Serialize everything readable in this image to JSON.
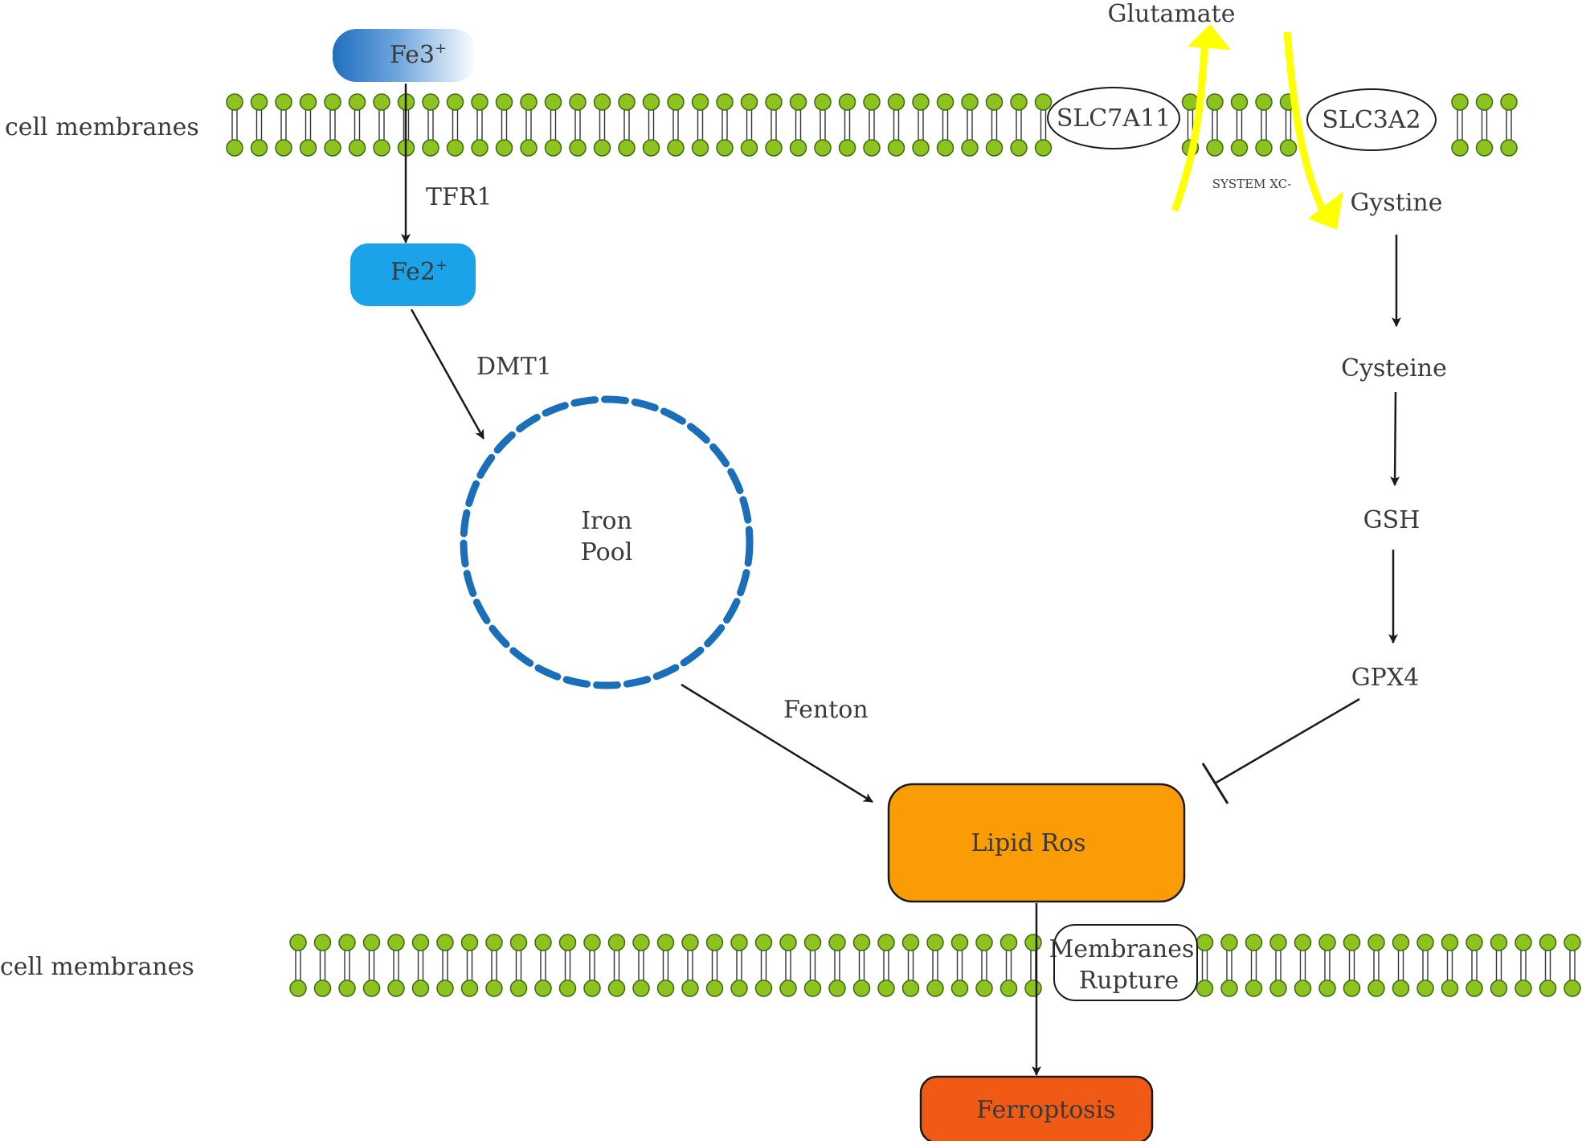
{
  "membranes": {
    "top_label": "cell membranes",
    "bottom_label": "cell membranes",
    "head_color": "#8dc21f",
    "head_stroke": "#3d6b12"
  },
  "iron_pathway": {
    "fe3": "Fe3",
    "fe3_charge": "+",
    "tfr1": "TFR1",
    "fe2": "Fe2",
    "fe2_charge": "+",
    "dmt1": "DMT1",
    "iron_pool_line1": "Iron",
    "iron_pool_line2": "Pool",
    "fenton": "Fenton"
  },
  "system_xc": {
    "glutamate": "Glutamate",
    "slc7a11": "SLC7A11",
    "slc3a2": "SLC3A2",
    "system_label": "SYSTEM XC-",
    "gystine": "Gystine",
    "arrow_color": "#ffff00"
  },
  "gsh_pathway": {
    "cysteine": "Cysteine",
    "gsh": "GSH",
    "gpx4": "GPX4"
  },
  "outcome": {
    "lipid_ros": "Lipid Ros",
    "rupture_line1": "Membranes",
    "rupture_line2": "Rupture",
    "ferroptosis": "Ferroptosis"
  },
  "colors": {
    "fe3_box": "#1f6fbf",
    "fe2_box": "#1aa3e8",
    "iron_pool": "#1a6fb8",
    "lipid_ros_box": "#f99c05",
    "ferroptosis_box": "#f05a14"
  }
}
